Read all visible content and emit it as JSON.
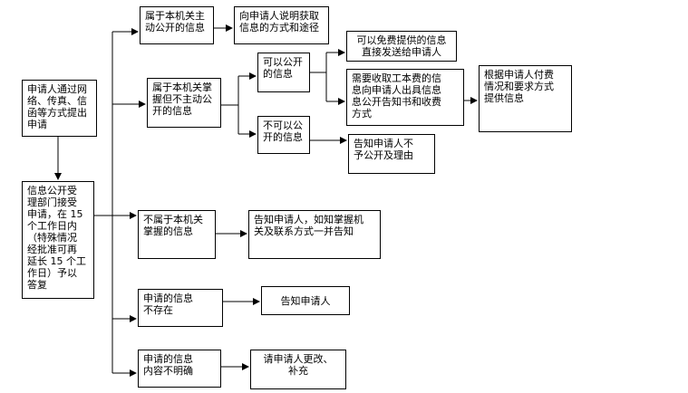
{
  "nodes": {
    "apply": "申请人通过网\n络、传真、信\n函等方式提出\n申请",
    "accept": "信息公开受\n理部门接受\n申请，在 15\n个工作日内\n（特殊情况\n经批准可再\n延长 15 个工\n作日）予以\n答复",
    "active_disclosed": "属于本机关主\n动公开的信息",
    "explain_channel": "向申请人说明获取\n信息的方式和途径",
    "held_not_active": "属于本机关掌\n握但不主动公\n开的信息",
    "can_disclose": "可以公开\n的信息",
    "free_provide": "可以免费提供的信息\n直接发送给申请人",
    "fee_required": "需要收取工本费的信\n息向申请人出具信息\n息公开告知书和收费\n方式",
    "pay_provide": "根据申请人付费\n情况和要求方式\n提供信息",
    "cannot_disclose": "不可以公\n开的信息",
    "notify_reason": "告知申请人不\n予公开及理由",
    "not_held": "不属于本机关\n掌握的信息",
    "notify_other": "告知申请人，如知掌握机\n关及联系方式一并告知",
    "not_exist": "申请的信息\n不存在",
    "notify_applicant": "告知申请人",
    "unclear": "申请的信息\n内容不明确",
    "ask_revise": "请申请人更改、\n补充"
  }
}
